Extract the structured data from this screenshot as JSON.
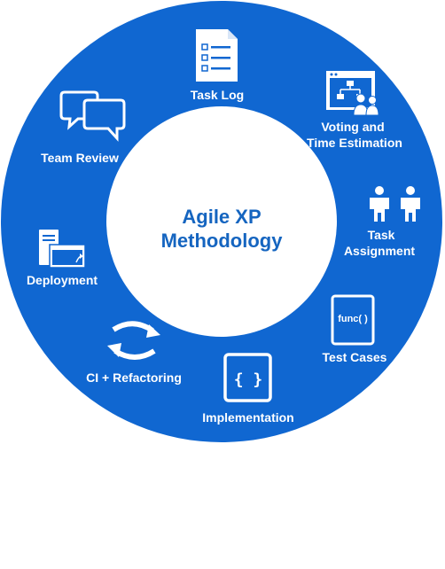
{
  "center": {
    "title_line1": "Agile XP",
    "title_line2": "Methodology"
  },
  "steps": [
    {
      "label": [
        "Task Log"
      ],
      "icon": "task-log-icon"
    },
    {
      "label": [
        "Voting and",
        "Time Estimation"
      ],
      "icon": "flowchart-team-icon"
    },
    {
      "label": [
        "Task",
        "Assignment"
      ],
      "icon": "people-icon"
    },
    {
      "label": [
        "Test Cases"
      ],
      "icon": "func-icon"
    },
    {
      "label": [
        "Implementation"
      ],
      "icon": "code-braces-icon"
    },
    {
      "label": [
        "CI + Refactoring"
      ],
      "icon": "cycle-arrows-icon"
    },
    {
      "label": [
        "Deployment"
      ],
      "icon": "deployment-icon"
    },
    {
      "label": [
        "Team Review"
      ],
      "icon": "chat-bubbles-icon"
    }
  ],
  "icon_text": {
    "func": "func( )",
    "braces": "{ }"
  },
  "colors": {
    "ring": "#1067d1",
    "center_text": "#1565c0",
    "icon": "#ffffff"
  }
}
